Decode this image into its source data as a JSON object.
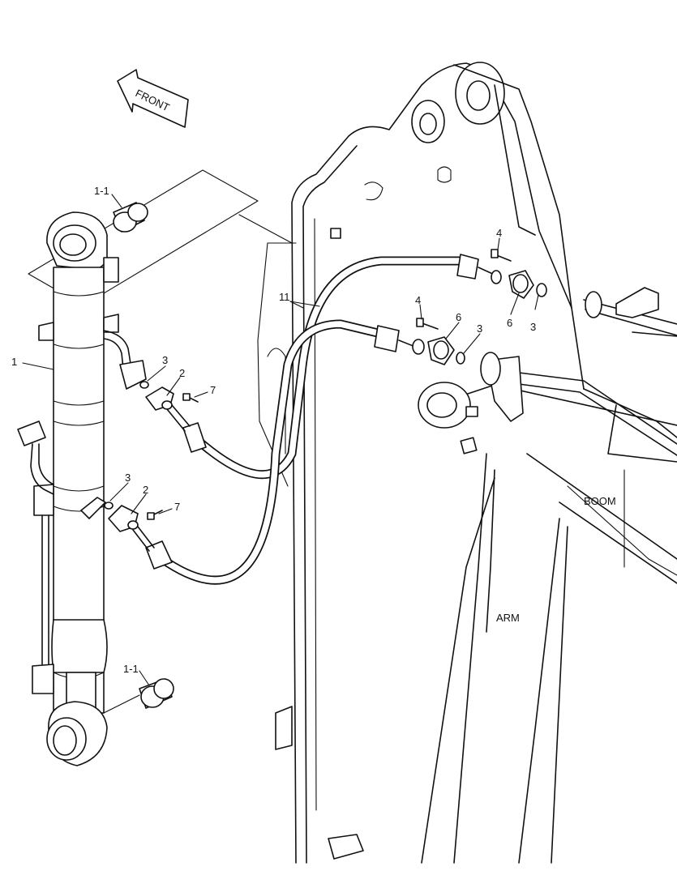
{
  "direction_arrow": {
    "label": "FRONT"
  },
  "sections": {
    "boom": "BOOM",
    "arm": "ARM"
  },
  "callouts": [
    {
      "id": "cylinder",
      "text": "1"
    },
    {
      "id": "bushing-top",
      "text": "1-1"
    },
    {
      "id": "bushing-bottom",
      "text": "1-1"
    },
    {
      "id": "flange-upper-left",
      "text": "2"
    },
    {
      "id": "flange-lower-left",
      "text": "2"
    },
    {
      "id": "oring-upper-left",
      "text": "3"
    },
    {
      "id": "oring-lower-left",
      "text": "3"
    },
    {
      "id": "oring-mid",
      "text": "3"
    },
    {
      "id": "oring-right",
      "text": "3"
    },
    {
      "id": "bolt-mid",
      "text": "4"
    },
    {
      "id": "bolt-right",
      "text": "4"
    },
    {
      "id": "flange-mid",
      "text": "6"
    },
    {
      "id": "flange-right",
      "text": "6"
    },
    {
      "id": "bolt-upper-left",
      "text": "7"
    },
    {
      "id": "bolt-lower-left",
      "text": "7"
    },
    {
      "id": "hoses",
      "text": "11"
    }
  ]
}
